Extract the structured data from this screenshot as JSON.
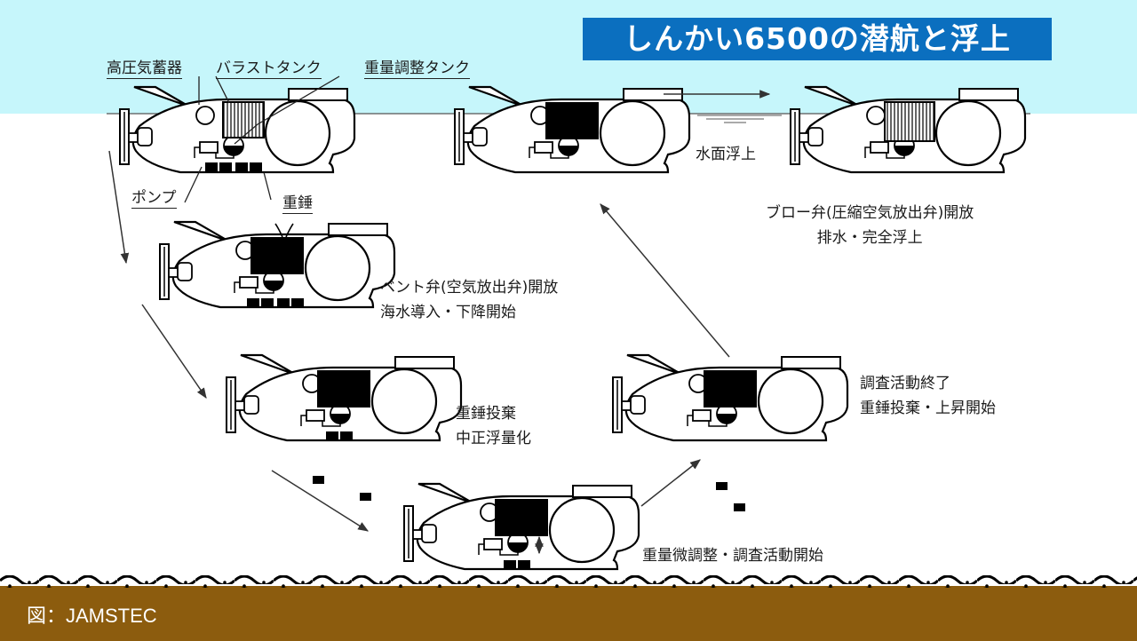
{
  "title": "しんかい6500の潜航と浮上",
  "credit": "図：JAMSTEC",
  "colors": {
    "sky": "#c6f6fb",
    "title_bg": "#0b6fbf",
    "seabed": "#8c5c0e",
    "line": "#1a1a1a"
  },
  "parts_labels": {
    "accumulator": "高圧気蓄器",
    "ballast_tank": "バラストタンク",
    "trim_tank": "重量調整タンク",
    "pump": "ポンプ",
    "weights": "重錘"
  },
  "stages": [
    {
      "id": "descent",
      "lines": [
        "ベント弁(空気放出弁)開放",
        "海水導入・下降開始"
      ]
    },
    {
      "id": "neutral",
      "lines": [
        "重錘投棄",
        "中正浮量化"
      ]
    },
    {
      "id": "survey",
      "lines": [
        "重量微調整・調査活動開始"
      ]
    },
    {
      "id": "ascent",
      "lines": [
        "調査活動終了",
        "重錘投棄・上昇開始"
      ]
    },
    {
      "id": "surface",
      "lines": [
        "水面浮上"
      ]
    },
    {
      "id": "blow",
      "lines": [
        "ブロー弁(圧縮空気放出弁)開放",
        "排水・完全浮上"
      ]
    }
  ]
}
